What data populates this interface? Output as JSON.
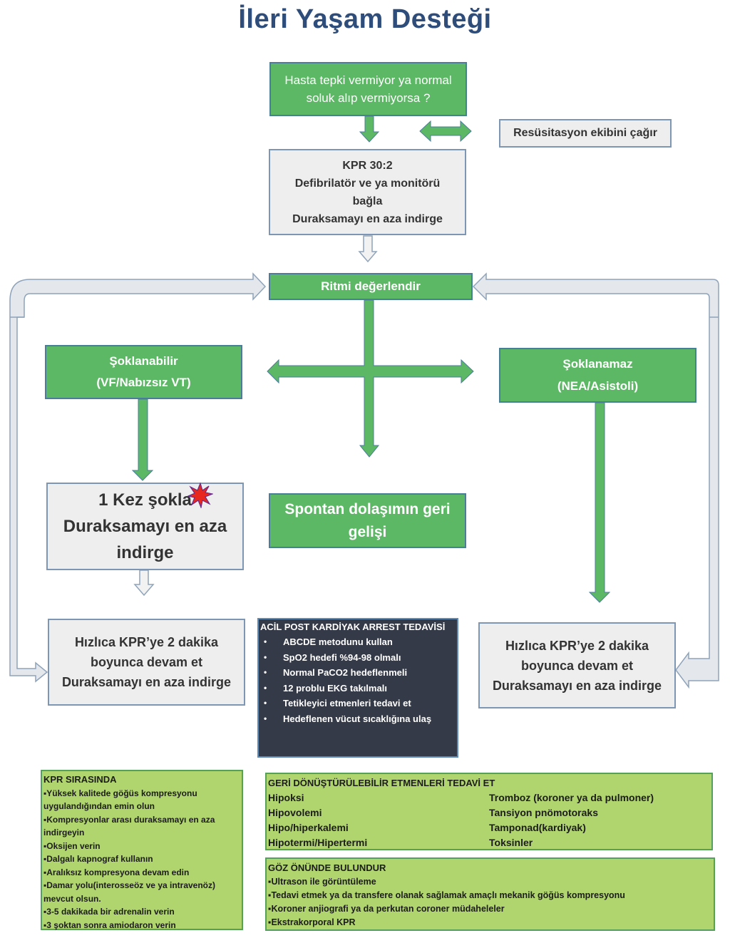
{
  "title": "İleri Yaşam Desteği",
  "start": {
    "lines": [
      "Hasta tepki vermiyor ya normal",
      "soluk alıp vermiyorsa ?"
    ]
  },
  "call_team": "Resüsitasyon ekibini çağır",
  "cpr": {
    "lines": [
      "KPR 30:2",
      "Defibrilatör ve ya monitörü",
      "bağla",
      "Duraksamayı en aza indirge"
    ]
  },
  "rhythm": "Ritmi değerlendir",
  "shockable": {
    "title": "Şoklanabilir",
    "sub": "(VF/Nabızsız VT)"
  },
  "nonshockable": {
    "title": "Şoklanamaz",
    "sub": "(NEA/Asistoli)"
  },
  "shock": {
    "lines": [
      "1 Kez şokla",
      "Duraksamayı en aza",
      "indirge"
    ]
  },
  "rosc": {
    "lines": [
      "Spontan dolaşımın geri",
      "gelişi"
    ]
  },
  "cpr_left": {
    "lines": [
      "Hızlıca KPR’ye 2 dakika",
      "boyunca devam et",
      "Duraksamayı en aza indirge"
    ]
  },
  "cpr_right": {
    "lines": [
      "Hızlıca KPR’ye 2 dakika",
      "boyunca devam et",
      "Duraksamayı en aza indirge"
    ]
  },
  "post_arrest": {
    "title": "ACİL POST KARDİYAK ARREST TEDAVİSİ",
    "items": [
      "ABCDE metodunu kullan",
      "SpO2 hedefi %94-98 olmalı",
      "Normal PaCO2 hedeflenmeli",
      "12 problu EKG takılmalı",
      "Tetikleyici etmenleri tedavi et",
      "Hedeflenen vücut sıcaklığına ulaş"
    ]
  },
  "during_cpr": {
    "title": "KPR SIRASINDA",
    "items": [
      "Yüksek kalitede göğüs kompresyonu uygulandığından emin olun",
      "Kompresyonlar arası duraksamayı en aza indirgeyin",
      "Oksijen verin",
      "Dalgalı kapnograf kullanın",
      "Aralıksız kompresyona devam edin",
      "Damar yolu(interosseöz ve ya intravenöz) mevcut olsun.",
      "3-5 dakikada bir adrenalin verin",
      "3 şoktan sonra amiodaron verin"
    ]
  },
  "reversible": {
    "title": "GERİ DÖNÜŞTÜRÜLEBİLİR ETMENLERİ TEDAVİ ET",
    "left": [
      "Hipoksi",
      "Hipovolemi",
      "Hipo/hiperkalemi",
      "Hipotermi/Hipertermi"
    ],
    "right": [
      "Tromboz (koroner ya da pulmoner)",
      "Tansiyon pnömotoraks",
      "Tamponad(kardiyak)",
      "Toksinler"
    ]
  },
  "consider": {
    "title": "GÖZ ÖNÜNDE BULUNDUR",
    "items": [
      "Ultrason ile görüntüleme",
      "Tedavi etmek ya da transfere olanak sağlamak amaçlı mekanik göğüs kompresyonu",
      "Koroner anjiografi ya da perkutan coroner müdaheleler",
      "Ekstrakorporal KPR"
    ]
  },
  "colors": {
    "title": "#2e4d7b",
    "green_box": "#5db866",
    "grey_box": "#eeeeee",
    "lime_box": "#b0d46e",
    "dark_box": "#343a48",
    "shock_star": "#e8281e"
  }
}
